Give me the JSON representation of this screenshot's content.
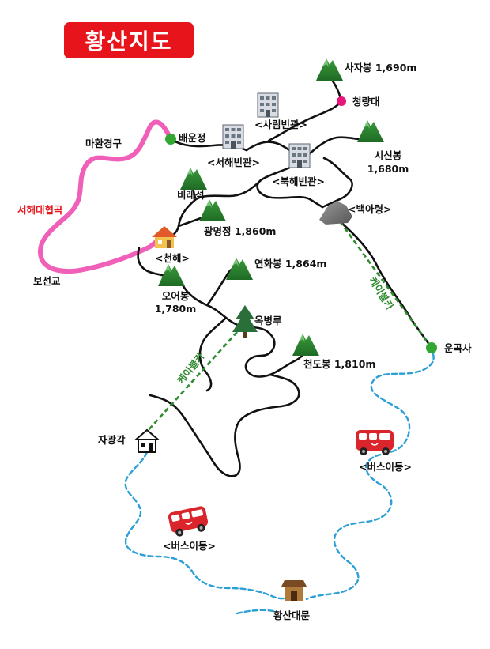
{
  "title": "황산지도",
  "colors": {
    "title_bg": "#e8141b",
    "pink_trail": "#f060b8",
    "black_trail": "#111111",
    "bus_route": "#2b9fd6",
    "cable_car": "#2e8b2e",
    "point_green": "#32a832",
    "point_magenta": "#e8157a"
  },
  "labels": {
    "saja": "사자봉 1,690m",
    "cheongryang": "청량대",
    "sarim_hotel": "<사림빈관>",
    "baeun": "배운정",
    "mahwan": "마환경구",
    "seohae_hotel": "<서해빈관>",
    "sisin_name": "시신봉",
    "sisin_height": "1,680m",
    "bukhae_hotel": "<북해빈관>",
    "biraeseok": "비래석",
    "seohae_gorge": "서해대협곡",
    "baegarung": "<백아령>",
    "gwangmyeong": "광명정 1,860m",
    "cheonhae": "<천해>",
    "boseon": "보선교",
    "yeonhwa": "연화봉 1,864m",
    "oeo_name": "오어봉",
    "oeo_height": "1,780m",
    "okbyeong": "옥병루",
    "ungok": "운곡사",
    "cheondo": "천도봉 1,810m",
    "cable_left": "케이블카",
    "cable_right": "케이블카",
    "jagwang": "자광각",
    "bus_right": "<버스이동>",
    "bus_left": "<버스이동>",
    "main_gate": "황산대문"
  },
  "icons": {
    "peak": "mountain-peak-icon",
    "rock": "rock-icon",
    "hotel": "hotel-building-icon",
    "house": "house-icon",
    "pine": "pine-tree-icon",
    "bus": "bus-icon",
    "gate": "gate-icon",
    "pavilion": "pavilion-icon"
  }
}
